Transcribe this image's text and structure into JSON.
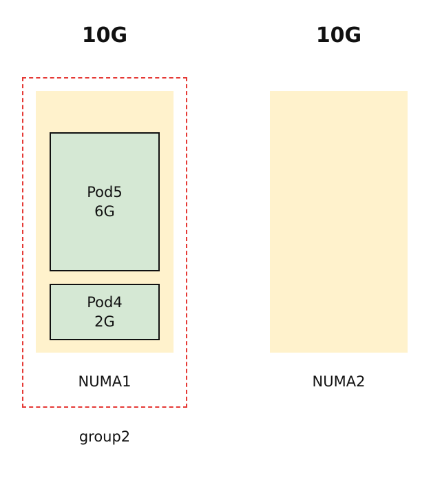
{
  "numa_nodes": [
    {
      "capacity": "10G",
      "label": "NUMA1",
      "pods": [
        {
          "name": "Pod5",
          "size": "6G"
        },
        {
          "name": "Pod4",
          "size": "2G"
        }
      ]
    },
    {
      "capacity": "10G",
      "label": "NUMA2",
      "pods": []
    }
  ],
  "group": {
    "label": "group2",
    "outline_color": "#e53935"
  },
  "colors": {
    "numa_fill": "#fff2cc",
    "pod_fill": "#d5e8d4",
    "pod_border": "#111111"
  }
}
